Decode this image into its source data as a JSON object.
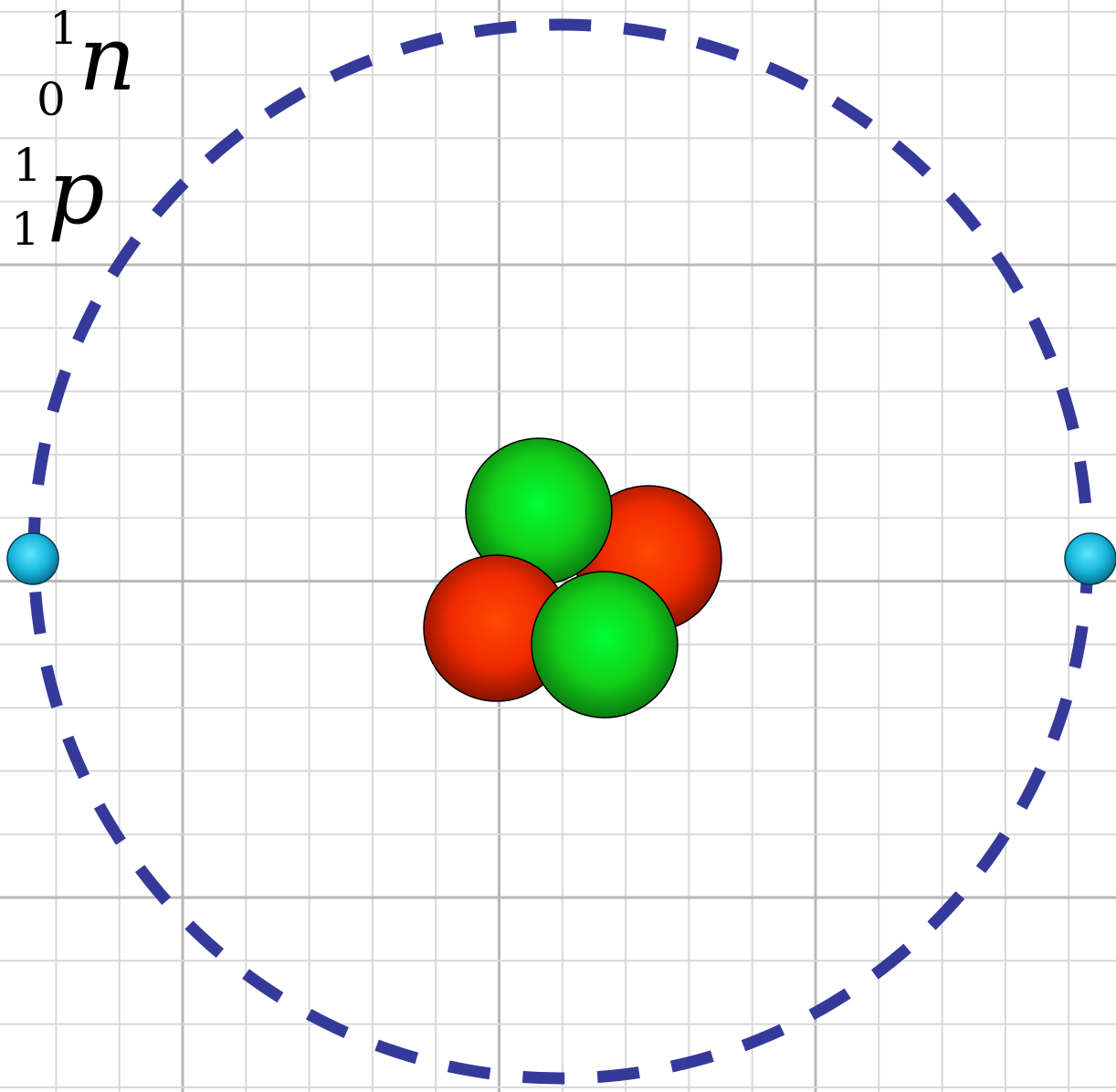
{
  "diagram": {
    "type": "atom-model",
    "labels": {
      "neutron": {
        "mass_number": "1",
        "atomic_number": "0",
        "symbol": "n",
        "color": "#00e020"
      },
      "proton": {
        "mass_number": "1",
        "atomic_number": "1",
        "symbol": "p",
        "color": "#ff3300"
      }
    },
    "nucleus": {
      "particles": [
        {
          "kind": "proton"
        },
        {
          "kind": "neutron"
        },
        {
          "kind": "proton"
        },
        {
          "kind": "neutron"
        }
      ]
    },
    "electrons": {
      "count": 2,
      "color": "#1ec8e8"
    },
    "orbit": {
      "style": "dashed",
      "color": "#353a9a"
    },
    "background": {
      "grid": true,
      "minor_line_color": "#d8d8d8",
      "major_line_color": "#b8b8b8"
    }
  }
}
